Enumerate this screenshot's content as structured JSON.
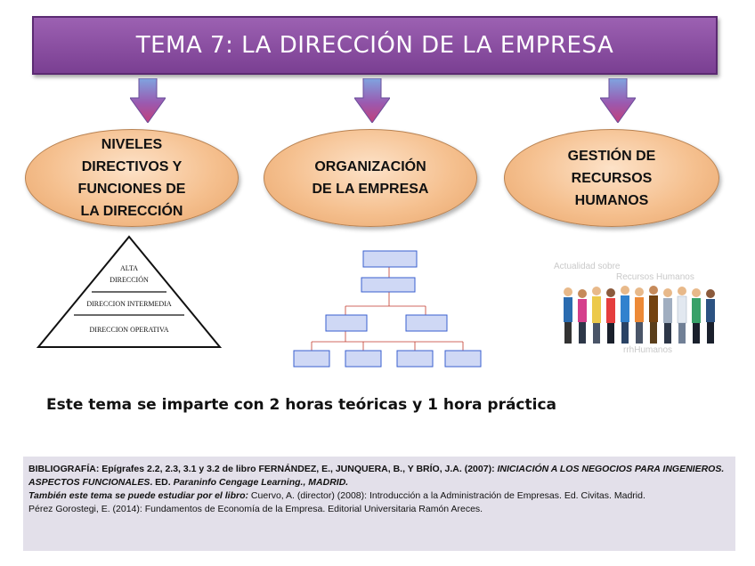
{
  "title": "TEMA 7: LA DIRECCIÓN DE LA EMPRESA",
  "ovals": [
    {
      "text": "NIVELES\nDIRECTIVOS Y\nFUNCIONES DE\nLA DIRECCIÓN"
    },
    {
      "text": "ORGANIZACIÓN\nDE LA EMPRESA"
    },
    {
      "text": "GESTIÓN DE\nRECURSOS\nHUMANOS"
    }
  ],
  "pyramid": {
    "top": "ALTA DIRECCIÓN",
    "middle": "DIRECCION INTERMEDIA",
    "bottom": "DIRECCION OPERATIVA"
  },
  "hr_image": {
    "caption_top": "Actualidad sobre",
    "caption_top2": "Recursos Humanos",
    "caption_bottom": "rrhHumanos"
  },
  "subtitle": "Este tema se imparte con 2 horas teóricas y 1 hora práctica",
  "bibliography": {
    "label": "BIBLIOGRAFÍA:",
    "line1_text": " Epígrafes 2.2, 2.3, 3.1 y 3.2 de libro FERNÁNDEZ, E., JUNQUERA, B., Y BRÍO, J.A. (2007): ",
    "line1_italic": "INICIACIÓN A LOS NEGOCIOS PARA INGENIEROS. ASPECTOS FUNCIONALES",
    "line1_ed": ". ED. ",
    "line1_pub": "Paraninfo Cengage Learning., MADRID.",
    "line2_label": "También este tema se puede estudiar por el libro:",
    "line2_text": " Cuervo, A. (director) (2008): Introducción a la Administración de Empresas. Ed. Civitas. Madrid.",
    "line3": "Pérez Gorostegi, E. (2014): Fundamentos de Economía de la Empresa. Editorial Universitaria Ramón Areces."
  },
  "colors": {
    "title_bg": "#8a4fa2",
    "oval": "#f5c08f",
    "arrow": "#b04a8a",
    "biblio_bg": "#e3e0ea"
  }
}
